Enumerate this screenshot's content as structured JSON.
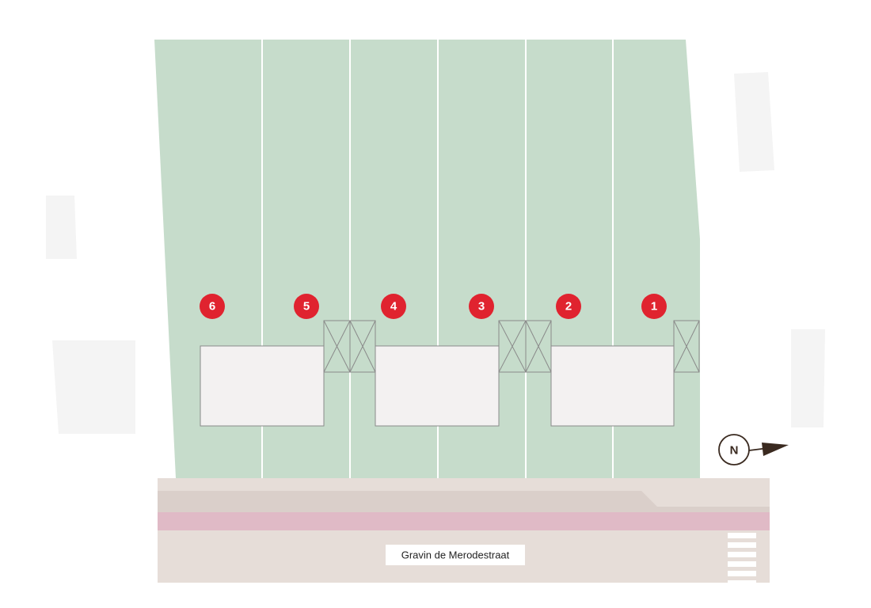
{
  "colors": {
    "garden": "#c6dccb",
    "house": "#f3f1f1",
    "house_stroke": "#8a8a8a",
    "neighbor": "#f4f4f4",
    "sidewalk": "#e6ddd8",
    "road": "#dacfca",
    "bike_lane": "#e0bac6",
    "marker": "#e0232f",
    "compass": "#3a2a20"
  },
  "lots": [
    {
      "number": "6"
    },
    {
      "number": "5"
    },
    {
      "number": "4"
    },
    {
      "number": "3"
    },
    {
      "number": "2"
    },
    {
      "number": "1"
    }
  ],
  "street": {
    "name": "Gravin de Merodestraat"
  },
  "compass": {
    "letter": "N",
    "icon": "north-arrow-icon"
  }
}
